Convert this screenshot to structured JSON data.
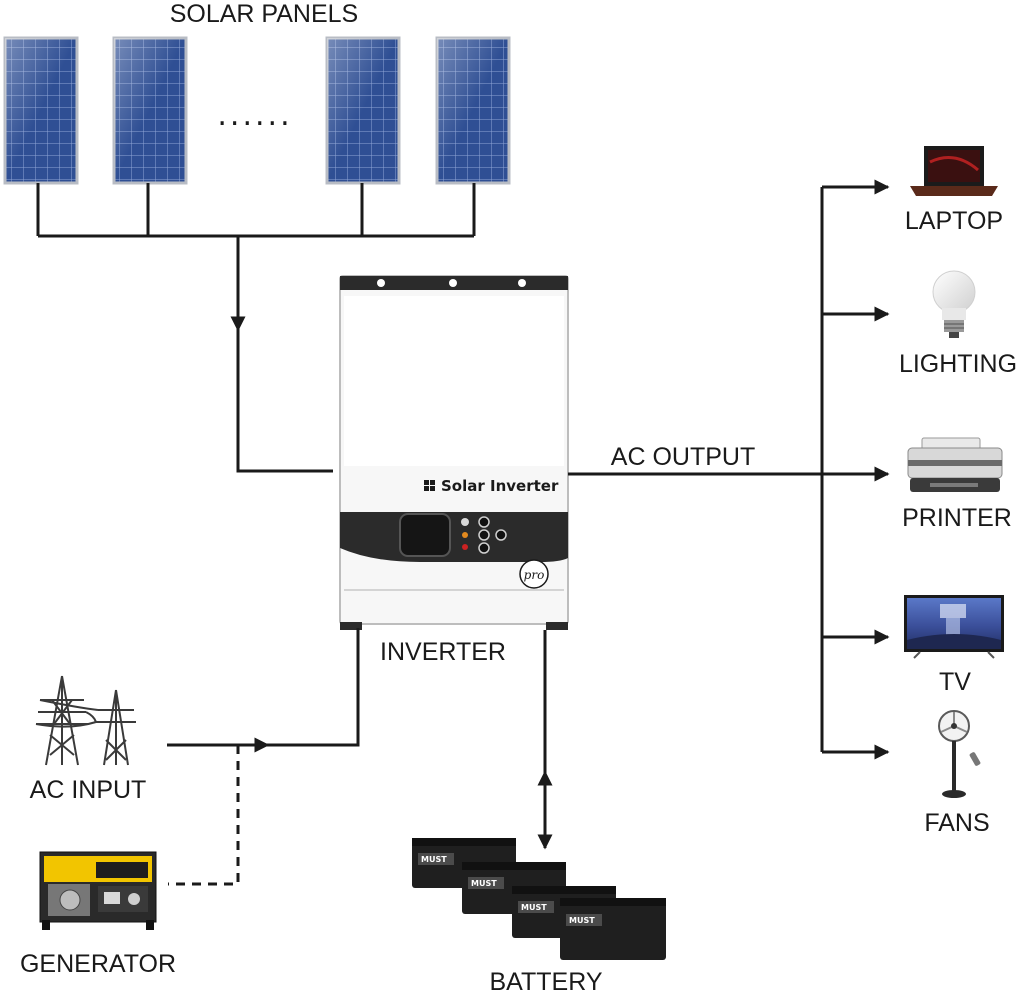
{
  "labels": {
    "solar_panels": "SOLAR PANELS",
    "inverter": "INVERTER",
    "ac_output": "AC OUTPUT",
    "ac_input": "AC INPUT",
    "generator": "GENERATOR",
    "battery": "BATTERY",
    "panel_ellipsis": "......"
  },
  "inverter": {
    "brand_text": "Solar Inverter",
    "badge_text": "pro"
  },
  "battery_brand": "MUST",
  "loads": [
    {
      "label": "LAPTOP",
      "icon": "laptop-icon"
    },
    {
      "label": "LIGHTING",
      "icon": "light-bulb-icon"
    },
    {
      "label": "PRINTER",
      "icon": "printer-icon"
    },
    {
      "label": "TV",
      "icon": "tv-icon"
    },
    {
      "label": "FANS",
      "icon": "fan-icon"
    }
  ],
  "colors": {
    "line": "#1a1a1a",
    "panel_blue": "#2c4a8c",
    "inverter_body": "#f5f5f5",
    "inverter_band": "#2b2b2b",
    "generator_yellow": "#f2c500"
  }
}
